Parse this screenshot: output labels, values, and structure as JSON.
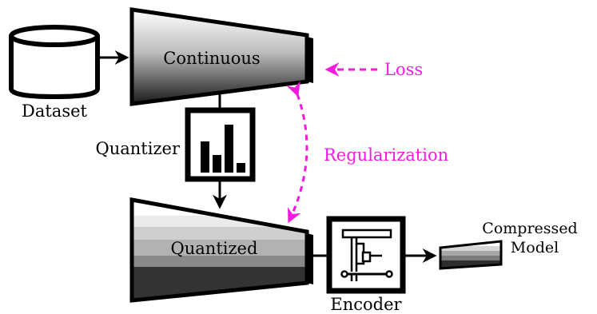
{
  "labels": {
    "dataset": "Dataset",
    "continuous": "Continuous",
    "loss": "Loss",
    "quantizer": "Quantizer",
    "regularization": "Regularization",
    "quantized": "Quantized",
    "encoder": "Encoder",
    "compressed_line1": "Compressed",
    "compressed_line2": "Model"
  },
  "colors": {
    "accent": "#f21bdf",
    "stroke": "#000000"
  },
  "icons": {
    "dataset": "database-cylinder-icon",
    "quantizer": "histogram-icon",
    "encoder": "clamp-compress-icon"
  }
}
